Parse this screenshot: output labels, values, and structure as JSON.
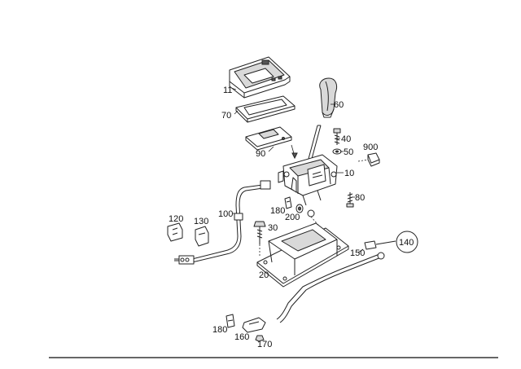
{
  "labels": {
    "l11": "11",
    "l70": "70",
    "l90": "90",
    "l60": "60",
    "l40": "40",
    "l50": "50",
    "l900": "900",
    "l10": "10",
    "l80": "80",
    "l180a": "180",
    "l200": "200",
    "l100": "100",
    "l120": "120",
    "l130": "130",
    "l30": "30",
    "l150": "150",
    "l140": "140",
    "l20": "20",
    "l180b": "180",
    "l160": "160",
    "l170": "170"
  },
  "colors": {
    "line": "#222222",
    "shade": "#d9d9d9",
    "background": "#ffffff"
  }
}
